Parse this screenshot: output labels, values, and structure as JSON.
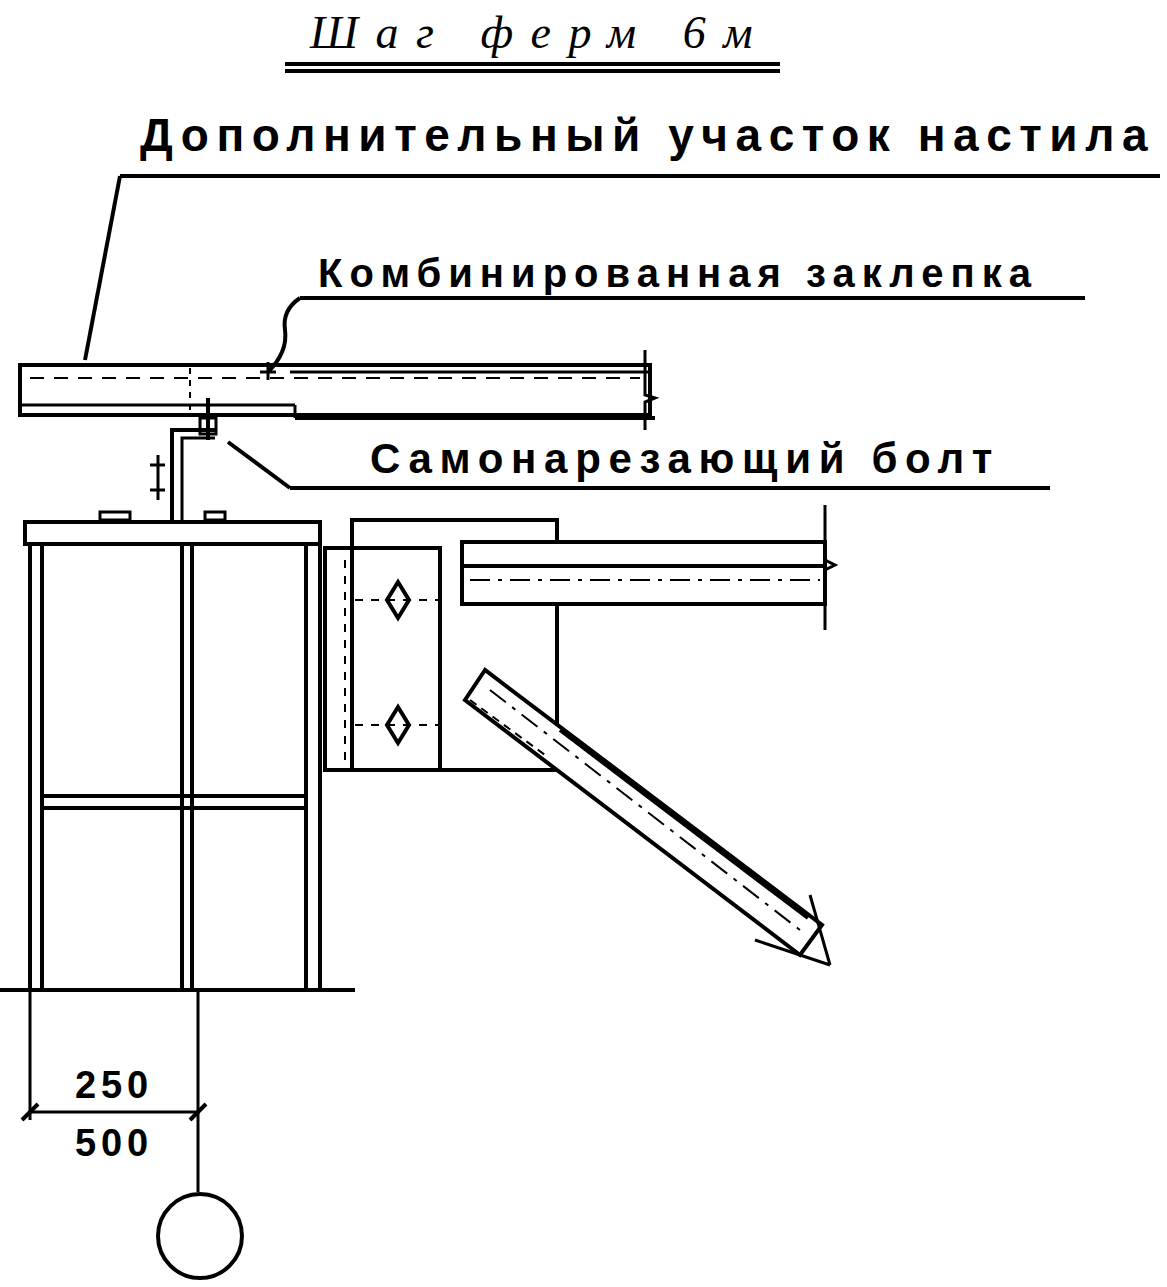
{
  "diagram": {
    "title": "Шаг ферм 6м",
    "labels": [
      "Дополнительный участок настила",
      "Комбинированная заклепка",
      "Самонарезающий болт",
      "250",
      "500"
    ]
  }
}
